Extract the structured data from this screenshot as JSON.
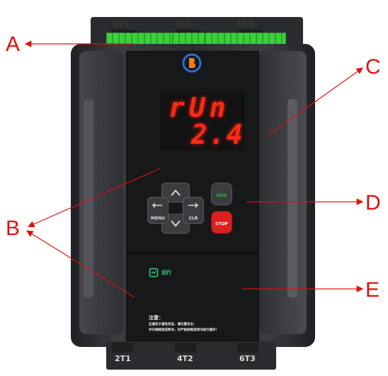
{
  "terminals_top": [
    "1L1",
    "3L2",
    "5L3"
  ],
  "terminals_bottom": [
    "2T1",
    "4T2",
    "6T3"
  ],
  "display": {
    "line1": "rUn",
    "line2": "2.4"
  },
  "keypad": {
    "menu_label": "MENU",
    "clr_label": "CLR",
    "run_label": "RUN",
    "stop_label": "STOP"
  },
  "status": {
    "label": "运行"
  },
  "notice": {
    "title": "注意：",
    "line1": "在通电于通电状态，请注意安全；",
    "line2": "并仔细阅读说明书，并严格按照说明书进行操作！"
  },
  "callouts": [
    "A",
    "B",
    "C",
    "D",
    "E"
  ],
  "colors": {
    "callout": "#e01010",
    "display": "#ff2a14",
    "terminal_green": "#3ecf3e",
    "run_button": "#2a9a2a",
    "stop_button": "#d82020",
    "housing": "#2b2d31"
  }
}
